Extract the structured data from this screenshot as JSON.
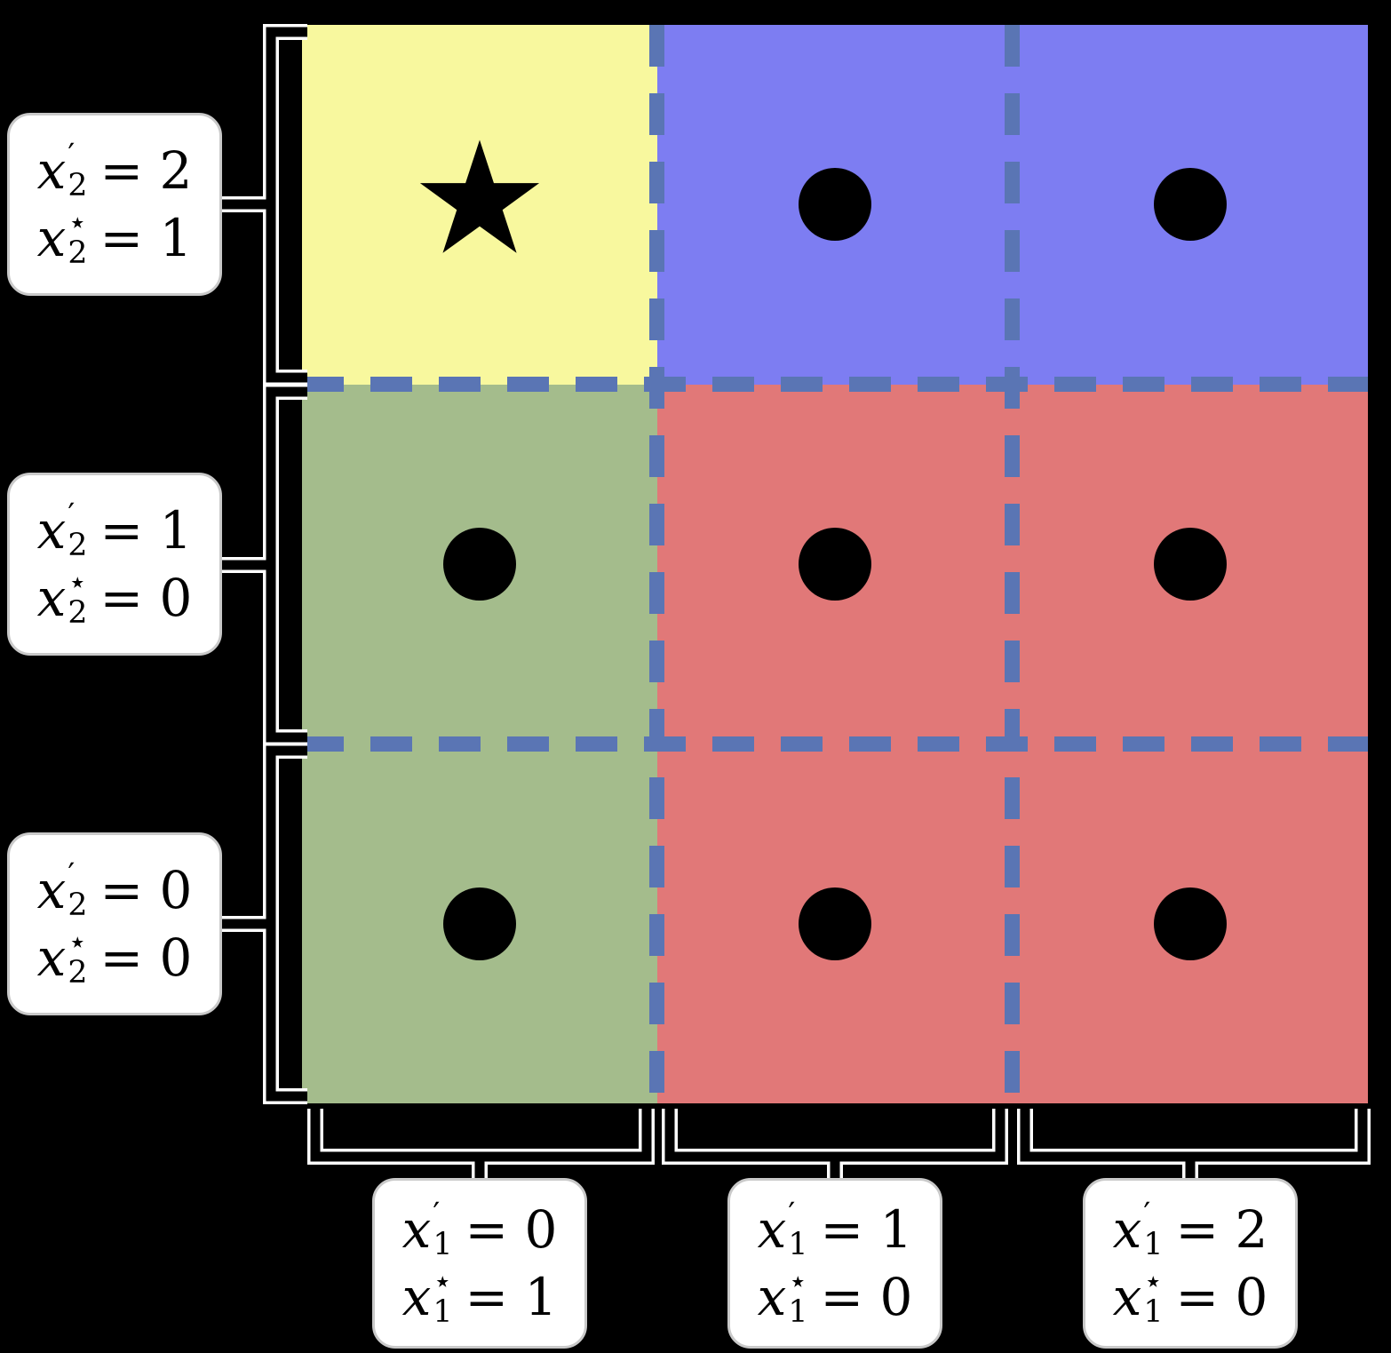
{
  "figure": {
    "colors": {
      "background": "#000000",
      "yellow_region": "#f8f89e",
      "blue_region": "#7d7df2",
      "green_region": "#a4bc8c",
      "red_region": "#e17878",
      "dashed_line": "#5a75b4",
      "marker": "#000000",
      "bracket": "#000000",
      "bracket_halo": "#ffffff",
      "label_box_bg": "#ffffff",
      "label_text": "#000000"
    },
    "markers": {
      "star_glyph": "★"
    },
    "grid": {
      "rows": 3,
      "cols": 3,
      "cells": [
        {
          "row": 0,
          "col": 0,
          "region": "yellow",
          "marker": "star"
        },
        {
          "row": 0,
          "col": 1,
          "region": "blue",
          "marker": "dot"
        },
        {
          "row": 0,
          "col": 2,
          "region": "blue",
          "marker": "dot"
        },
        {
          "row": 1,
          "col": 0,
          "region": "green",
          "marker": "dot"
        },
        {
          "row": 1,
          "col": 1,
          "region": "red",
          "marker": "dot"
        },
        {
          "row": 1,
          "col": 2,
          "region": "red",
          "marker": "dot"
        },
        {
          "row": 2,
          "col": 0,
          "region": "green",
          "marker": "dot"
        },
        {
          "row": 2,
          "col": 1,
          "region": "red",
          "marker": "dot"
        },
        {
          "row": 2,
          "col": 2,
          "region": "red",
          "marker": "dot"
        }
      ]
    },
    "left_labels": [
      {
        "lines": [
          {
            "base": "x",
            "sup": "′",
            "sub": "2",
            "rhs": "= 2"
          },
          {
            "base": "x",
            "sup": "⋆",
            "sub": "2",
            "rhs": "= 1"
          }
        ]
      },
      {
        "lines": [
          {
            "base": "x",
            "sup": "′",
            "sub": "2",
            "rhs": "= 1"
          },
          {
            "base": "x",
            "sup": "⋆",
            "sub": "2",
            "rhs": "= 0"
          }
        ]
      },
      {
        "lines": [
          {
            "base": "x",
            "sup": "′",
            "sub": "2",
            "rhs": "= 0"
          },
          {
            "base": "x",
            "sup": "⋆",
            "sub": "2",
            "rhs": "= 0"
          }
        ]
      }
    ],
    "bottom_labels": [
      {
        "lines": [
          {
            "base": "x",
            "sup": "′",
            "sub": "1",
            "rhs": "= 0"
          },
          {
            "base": "x",
            "sup": "⋆",
            "sub": "1",
            "rhs": "= 1"
          }
        ]
      },
      {
        "lines": [
          {
            "base": "x",
            "sup": "′",
            "sub": "1",
            "rhs": "= 1"
          },
          {
            "base": "x",
            "sup": "⋆",
            "sub": "1",
            "rhs": "= 0"
          }
        ]
      },
      {
        "lines": [
          {
            "base": "x",
            "sup": "′",
            "sub": "1",
            "rhs": "= 2"
          },
          {
            "base": "x",
            "sup": "⋆",
            "sub": "1",
            "rhs": "= 0"
          }
        ]
      }
    ]
  }
}
